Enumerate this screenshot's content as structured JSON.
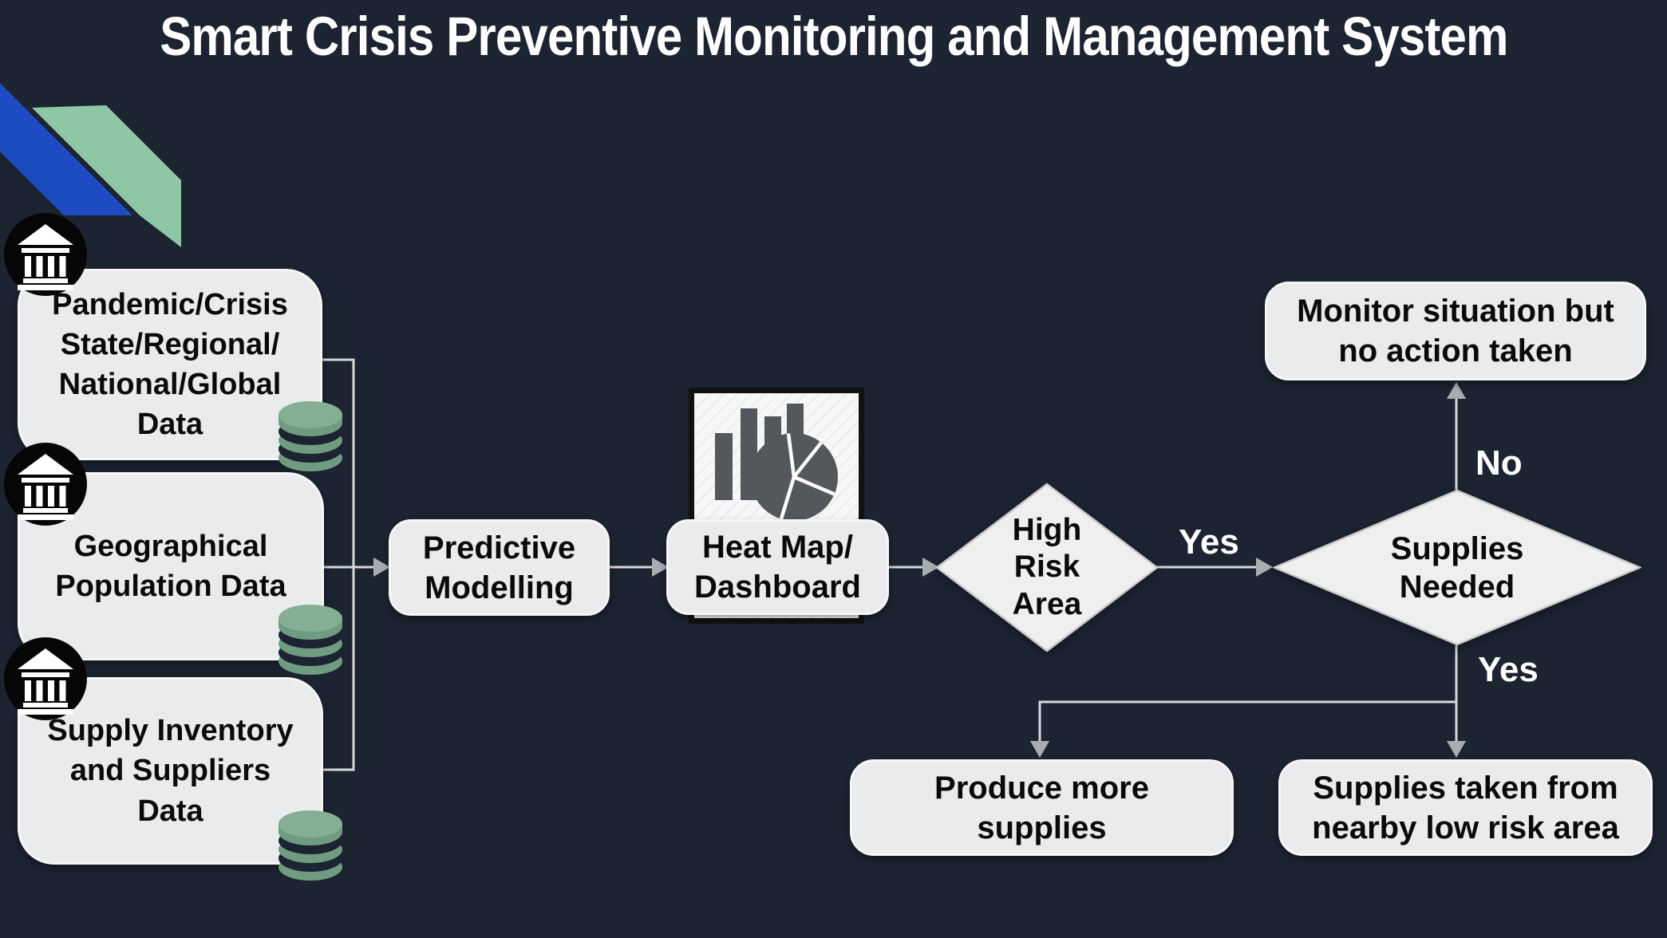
{
  "title": "Smart Crisis Preventive Monitoring and Management System",
  "nodes": {
    "source1": {
      "label": "Pandemic/Crisis\nState/Regional/\nNational/Global\nData"
    },
    "source2": {
      "label": "Geographical\nPopulation Data"
    },
    "source3": {
      "label": "Supply Inventory\nand Suppliers\nData"
    },
    "predictive": {
      "label": "Predictive\nModelling"
    },
    "heatmap": {
      "label": "Heat Map/\nDashboard"
    },
    "high_risk": {
      "label": "High\nRisk\nArea"
    },
    "supplies_needed": {
      "label": "Supplies\nNeeded"
    },
    "monitor": {
      "label": "Monitor situation but\nno action taken"
    },
    "produce": {
      "label": "Produce more\nsupplies"
    },
    "taken": {
      "label": "Supplies taken from\nnearby low risk area"
    }
  },
  "edge_labels": {
    "yes_high_risk": "Yes",
    "no_supplies": "No",
    "yes_supplies": "Yes"
  },
  "icons": {
    "bank": "bank-icon",
    "database": "database-icon",
    "chart": "bar-pie-chart-icon"
  },
  "colors": {
    "background": "#1c2331",
    "node_fill": "#eaebec",
    "node_border": "#f6f6f6",
    "connector": "#d7d7d7",
    "arrowhead": "#a9adb2",
    "ribbon_blue": "#1d4cc0",
    "ribbon_green": "#8ec7a5",
    "db_green_side": "#6f9c81",
    "db_green_top": "#85af92",
    "chart_gray": "#54585c"
  }
}
